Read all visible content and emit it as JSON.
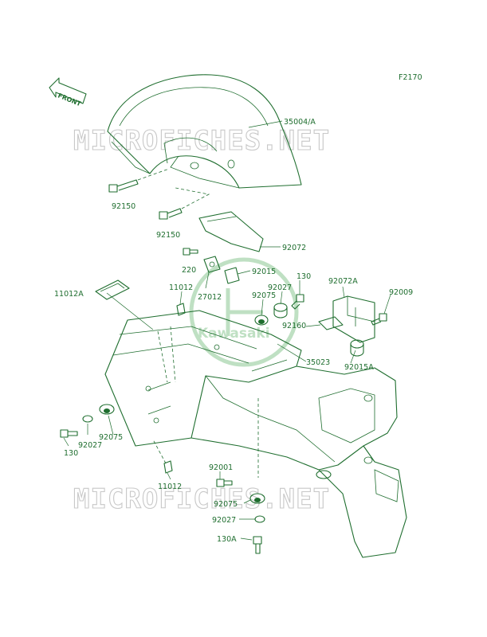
{
  "diagram_code": "F2170",
  "front_label": "FRONT",
  "logo_text": "Kawasaki",
  "watermark_text": "MICROFICHES.NET",
  "callouts": [
    {
      "id": "c-35004a",
      "text": "35004/A"
    },
    {
      "id": "c-92150a",
      "text": "92150"
    },
    {
      "id": "c-92150b",
      "text": "92150"
    },
    {
      "id": "c-92072",
      "text": "92072"
    },
    {
      "id": "c-220",
      "text": "220"
    },
    {
      "id": "c-92015",
      "text": "92015"
    },
    {
      "id": "c-130a",
      "text": "130"
    },
    {
      "id": "c-27012",
      "text": "27012"
    },
    {
      "id": "c-11012a-top",
      "text": "11012"
    },
    {
      "id": "c-11012a",
      "text": "11012A"
    },
    {
      "id": "c-92027a",
      "text": "92027"
    },
    {
      "id": "c-92075a",
      "text": "92075"
    },
    {
      "id": "c-92072a",
      "text": "92072A"
    },
    {
      "id": "c-92009",
      "text": "92009"
    },
    {
      "id": "c-92160",
      "text": "92160"
    },
    {
      "id": "c-35023",
      "text": "35023"
    },
    {
      "id": "c-92015a",
      "text": "92015A"
    },
    {
      "id": "c-92075b",
      "text": "92075"
    },
    {
      "id": "c-92027b",
      "text": "92027"
    },
    {
      "id": "c-130b",
      "text": "130"
    },
    {
      "id": "c-11012b",
      "text": "11012"
    },
    {
      "id": "c-92001",
      "text": "92001"
    },
    {
      "id": "c-92075c",
      "text": "92075"
    },
    {
      "id": "c-92027c",
      "text": "92027"
    },
    {
      "id": "c-130c",
      "text": "130A"
    }
  ]
}
